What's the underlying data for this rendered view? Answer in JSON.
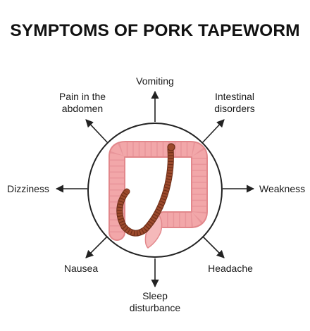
{
  "title": "SYMPTOMS OF PORK TAPEWORM",
  "symptoms": {
    "top": "Vomiting",
    "top_left_line1": "Pain in the",
    "top_left_line2": "abdomen",
    "top_right_line1": "Intestinal",
    "top_right_line2": "disorders",
    "left": "Dizziness",
    "right": "Weakness",
    "bottom_left": "Nausea",
    "bottom_right": "Headache",
    "bottom_line1": "Sleep",
    "bottom_line2": "disturbance"
  },
  "colors": {
    "intestine": "#f2a7a9",
    "intestine_shadow": "#e2878b",
    "worm": "#9c4a2c",
    "worm_segment": "#6e2e18",
    "text": "#1a1a1a",
    "circle_border": "#222222"
  }
}
